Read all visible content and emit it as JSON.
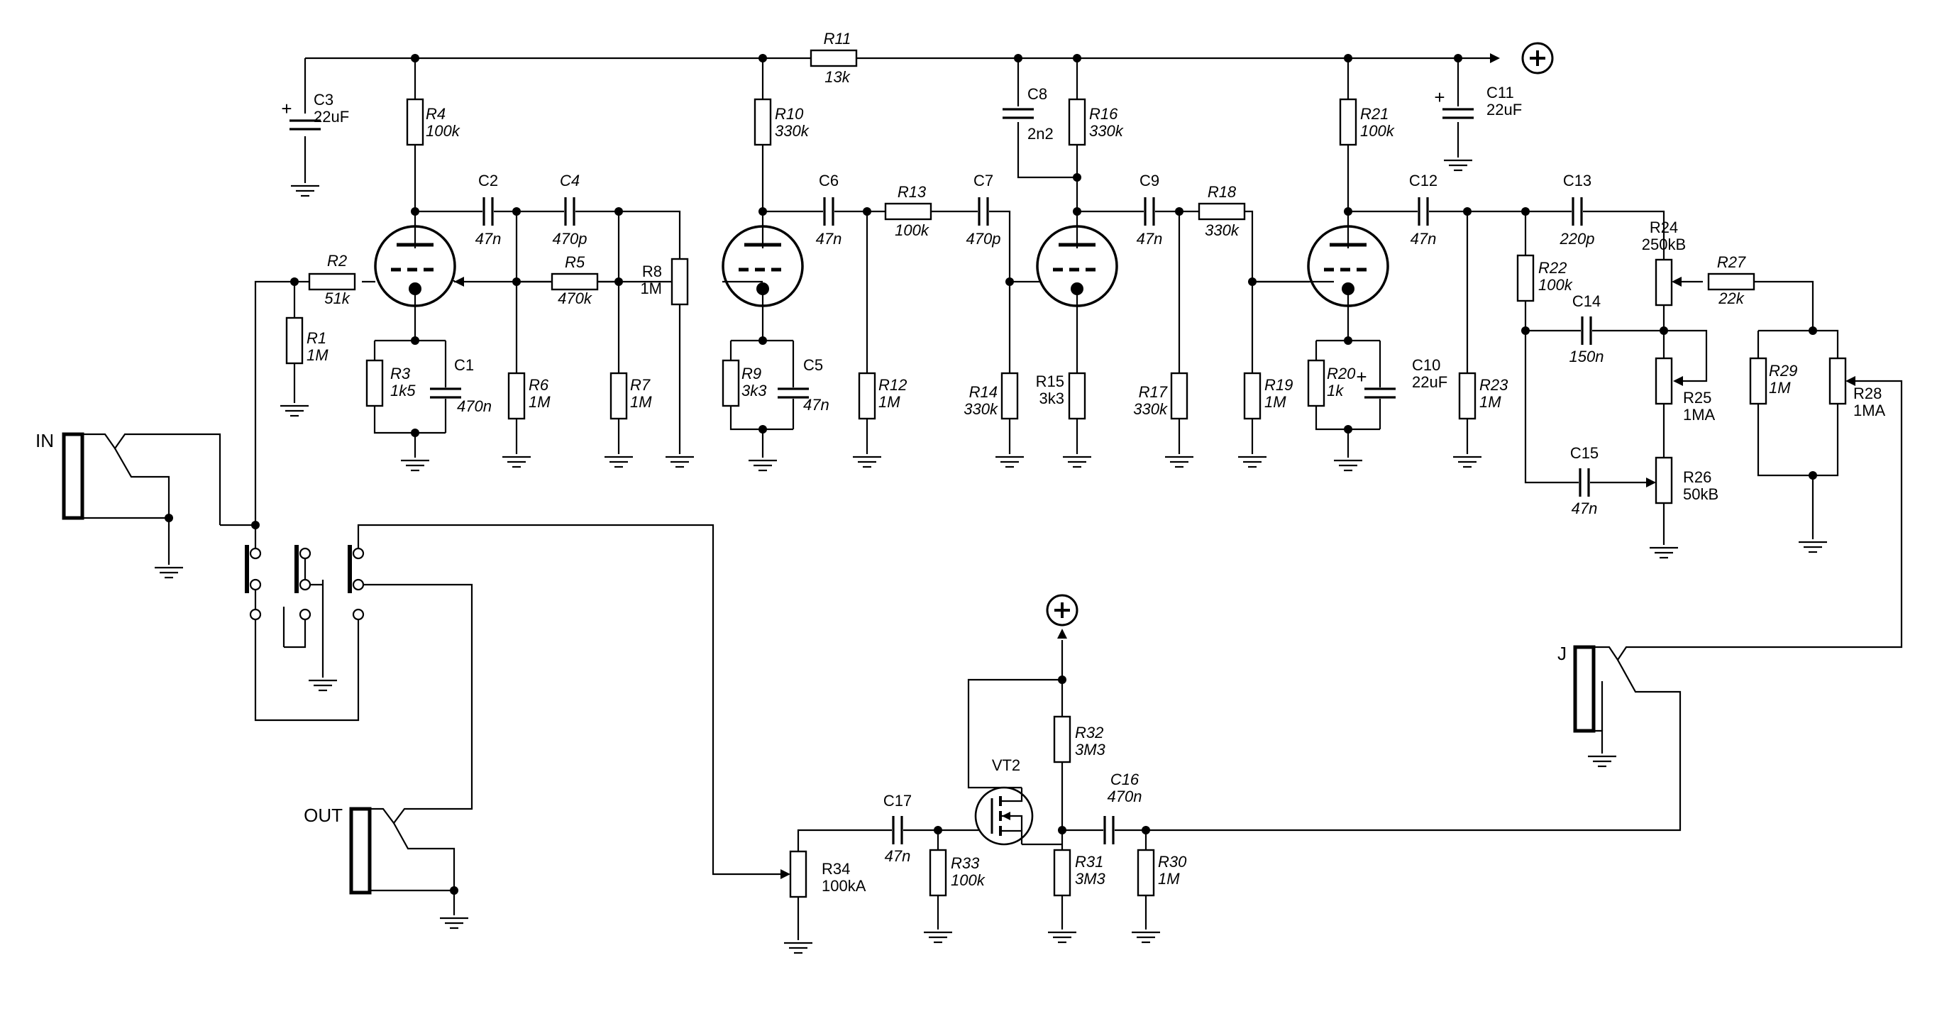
{
  "terminals": {
    "plus": "+"
  },
  "jacks": {
    "in": "IN",
    "out": "OUT",
    "j": "J"
  },
  "transistor": {
    "name": "VT2"
  },
  "parts": {
    "r1": [
      "R1",
      "1M"
    ],
    "r2": [
      "R2",
      "51k"
    ],
    "r3": [
      "R3",
      "1k5"
    ],
    "r4": [
      "R4",
      "100k"
    ],
    "r5": [
      "R5",
      "470k"
    ],
    "r6": [
      "R6",
      "1M"
    ],
    "r7": [
      "R7",
      "1M"
    ],
    "r8": [
      "R8",
      "1M"
    ],
    "r9": [
      "R9",
      "3k3"
    ],
    "r10": [
      "R10",
      "330k"
    ],
    "r11": [
      "R11",
      "13k"
    ],
    "r12": [
      "R12",
      "1M"
    ],
    "r13": [
      "R13",
      "100k"
    ],
    "r14": [
      "R14",
      "330k"
    ],
    "r15": [
      "R15",
      "3k3"
    ],
    "r16": [
      "R16",
      "330k"
    ],
    "r17": [
      "R17",
      "330k"
    ],
    "r18": [
      "R18",
      "330k"
    ],
    "r19": [
      "R19",
      "1M"
    ],
    "r20": [
      "R20",
      "1k"
    ],
    "r21": [
      "R21",
      "100k"
    ],
    "r22": [
      "R22",
      "100k"
    ],
    "r23": [
      "R23",
      "1M"
    ],
    "r24": [
      "R24",
      "250kB"
    ],
    "r25": [
      "R25",
      "1MA"
    ],
    "r26": [
      "R26",
      "50kB"
    ],
    "r27": [
      "R27",
      "22k"
    ],
    "r28": [
      "R28",
      "1MA"
    ],
    "r29": [
      "R29",
      "1M"
    ],
    "r30": [
      "R30",
      "1M"
    ],
    "r31": [
      "R31",
      "3M3"
    ],
    "r32": [
      "R32",
      "3M3"
    ],
    "r33": [
      "R33",
      "100k"
    ],
    "r34": [
      "R34",
      "100kA"
    ],
    "c1": [
      "C1",
      "470n"
    ],
    "c2": [
      "C2",
      "47n"
    ],
    "c3": [
      "C3",
      "22uF"
    ],
    "c4": [
      "C4",
      "470p"
    ],
    "c5": [
      "C5",
      "47n"
    ],
    "c6": [
      "C6",
      "47n"
    ],
    "c7": [
      "C7",
      "470p"
    ],
    "c8": [
      "C8",
      "2n2"
    ],
    "c9": [
      "C9",
      "47n"
    ],
    "c10": [
      "C10",
      "22uF"
    ],
    "c11": [
      "C11",
      "22uF"
    ],
    "c12": [
      "C12",
      "47n"
    ],
    "c13": [
      "C13",
      "220p"
    ],
    "c14": [
      "C14",
      "150n"
    ],
    "c15": [
      "C15",
      "47n"
    ],
    "c16": [
      "C16",
      "470n"
    ],
    "c17": [
      "C17",
      "47n"
    ]
  }
}
